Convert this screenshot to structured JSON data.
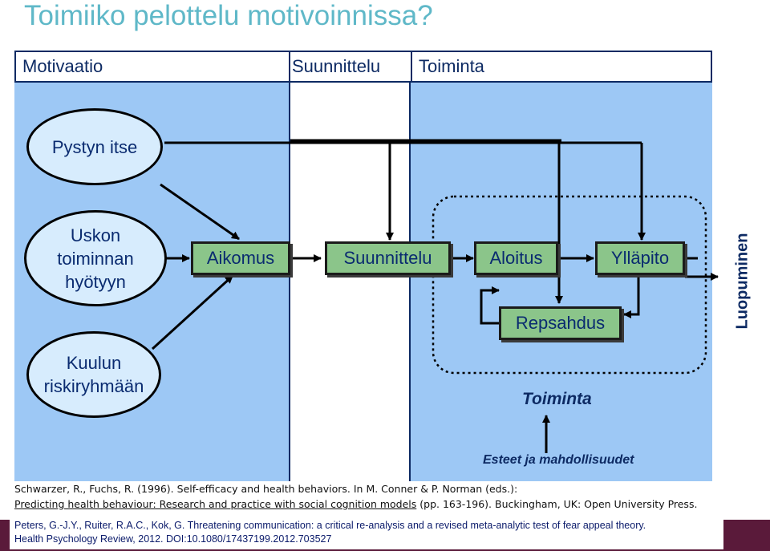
{
  "title": "Toimiiko pelottelu motivoinnissa?",
  "columns": {
    "motivaatio": "Motivaatio",
    "suunnittelu": "Suunnittelu",
    "toiminta": "Toiminta"
  },
  "ellipses": {
    "pystyn_itse": "Pystyn itse",
    "uskon": "Uskon toiminnan hyötyyn",
    "kuulun": "Kuulun riskiryhmään"
  },
  "boxes": {
    "aikomus": "Aikomus",
    "suunnittelu": "Suunnittelu",
    "aloitus": "Aloitus",
    "yllapito": "Ylläpito",
    "repsahdus": "Repsahdus"
  },
  "labels": {
    "luopuminen": "Luopuminen",
    "toiminta": "Toiminta",
    "esteet": "Esteet ja mahdollisuudet"
  },
  "references": {
    "schwarzer_line1": "Schwarzer, R., Fuchs, R. (1996). Self-efficacy and health behaviors. In M. Conner & P. Norman (eds.):",
    "schwarzer_line2_link": "Predicting health behaviour: Research and practice with social cognition models",
    "schwarzer_line2_rest": " (pp. 163-196). Buckingham, UK: Open University Press.",
    "peters_line1": "Peters, G.-J.Y., Ruiter, R.A.C., Kok, G. Threatening communication: a critical re-analysis and a revised meta-analytic test of fear appeal theory.",
    "peters_line2": "Health Psychology Review, 2012. DOI:10.1080/17437199.2012.703527"
  },
  "colors": {
    "title": "#5fb8c8",
    "panel": "#9dc8f5",
    "box": "#8bc58a",
    "ellipse": "#d7ecfd",
    "text": "#0a2b70"
  }
}
